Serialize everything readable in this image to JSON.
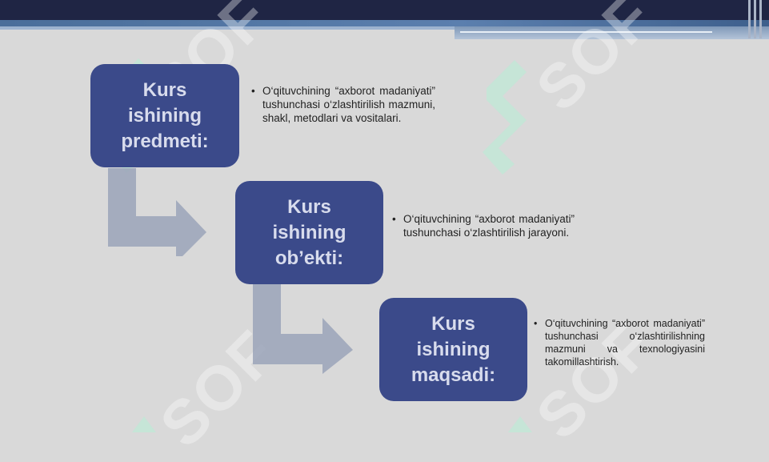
{
  "slide": {
    "items": [
      {
        "title": "Kurs ishining predmeti:",
        "bullet": "•",
        "text": "O‘qituvchining “axborot madaniyati” tushunchasi o‘zlashtirilish mazmuni, shakl, metodlari va vositalari."
      },
      {
        "title": "Kurs ishining ob’ekti:",
        "bullet": "•",
        "text": "O‘qituvchining “axborot madaniyati” tushunchasi o‘zlashtirilish jarayoni."
      },
      {
        "title": "Kurs ishining maqsadi:",
        "bullet": "•",
        "text": "O‘qituvchining “axborot madaniyati” tushunchasi o‘zlashtirilishning mazmuni va texnologiyasini takomillashtirish."
      }
    ]
  },
  "watermark": {
    "text": "SOF"
  },
  "colors": {
    "box": "#3b4a8a",
    "arrow": "#9aa3b8",
    "logo": "#bfe8d6",
    "background": "#d9d9d9"
  }
}
